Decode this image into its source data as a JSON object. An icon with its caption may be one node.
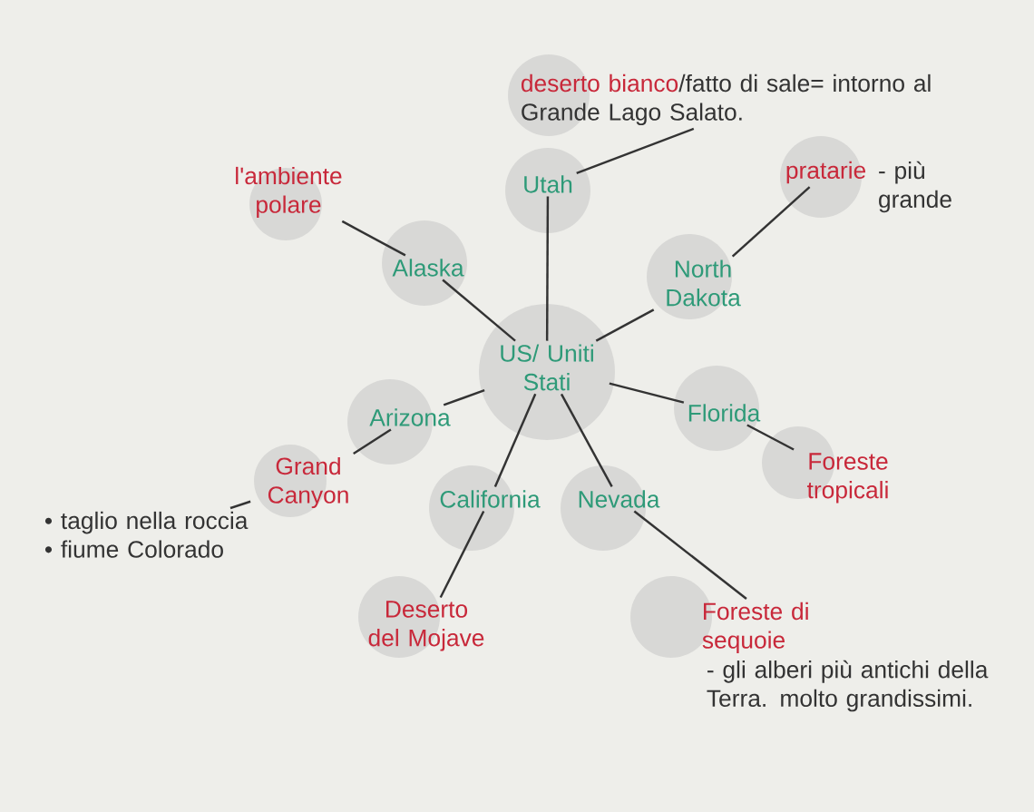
{
  "diagram": {
    "nodes": [
      {
        "text": [
          "US/ Uniti Stati"
        ]
      },
      {
        "text": [
          "Utah"
        ]
      },
      {
        "text": [
          "Alaska"
        ]
      },
      {
        "text": [
          "North Dakota"
        ]
      },
      {
        "text": [
          "Arizona"
        ]
      },
      {
        "text": [
          "Florida"
        ]
      },
      {
        "text": [
          "California"
        ]
      },
      {
        "text": [
          "Nevada"
        ]
      },
      {
        "text": [
          "deserto bianco",
          "/fatto di sale= intorno al Grande Lago Salato."
        ]
      },
      {
        "text": [
          "l'ambiente polare"
        ]
      },
      {
        "text": [
          "pratarie"
        ],
        "beside": [
          "- più grande"
        ]
      },
      {
        "text": [
          "Grand Canyon"
        ]
      },
      {
        "text": [
          "Foreste tropicali"
        ]
      },
      {
        "text": [
          "Deserto del Mojave"
        ]
      },
      {
        "text": [
          "Foreste di sequoie"
        ],
        "beside": [
          "- gli alberi più antichi della Terra. molto grandissimi."
        ]
      },
      {
        "text": [
          "• taglio nella roccia",
          "• fiume Colorado"
        ]
      }
    ],
    "edges": [
      {
        "from": 0,
        "to": 1,
        "arrow": "none"
      },
      {
        "from": 0,
        "to": 2,
        "arrow": "none"
      },
      {
        "from": 0,
        "to": 3,
        "arrow": "none"
      },
      {
        "from": 0,
        "to": 4,
        "arrow": "none"
      },
      {
        "from": 0,
        "to": 5,
        "arrow": "none"
      },
      {
        "from": 0,
        "to": 6,
        "arrow": "none"
      },
      {
        "from": 0,
        "to": 7,
        "arrow": "none"
      },
      {
        "from": 1,
        "to": 8,
        "arrow": "none"
      },
      {
        "from": 2,
        "to": 9,
        "arrow": "none"
      },
      {
        "from": 3,
        "to": 10,
        "arrow": "none"
      },
      {
        "from": 4,
        "to": 11,
        "arrow": "none"
      },
      {
        "from": 5,
        "to": 12,
        "arrow": "none"
      },
      {
        "from": 6,
        "to": 13,
        "arrow": "none"
      },
      {
        "from": 7,
        "to": 14,
        "arrow": "none"
      },
      {
        "from": 11,
        "to": 15,
        "arrow": "none"
      }
    ]
  }
}
